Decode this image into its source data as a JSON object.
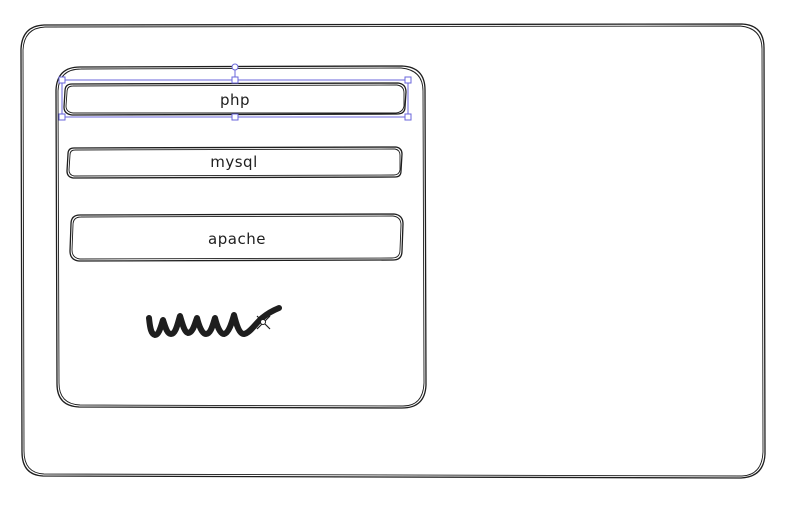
{
  "canvas": {
    "outer_frame": "",
    "server_box": "",
    "components": [
      {
        "id": "php",
        "label": "php",
        "selected": true
      },
      {
        "id": "mysql",
        "label": "mysql",
        "selected": false
      },
      {
        "id": "apache",
        "label": "apache",
        "selected": false
      }
    ],
    "scribble_label": "www"
  },
  "colors": {
    "stroke": "#1e1e1e",
    "selection": "#6965db",
    "background": "#ffffff"
  }
}
